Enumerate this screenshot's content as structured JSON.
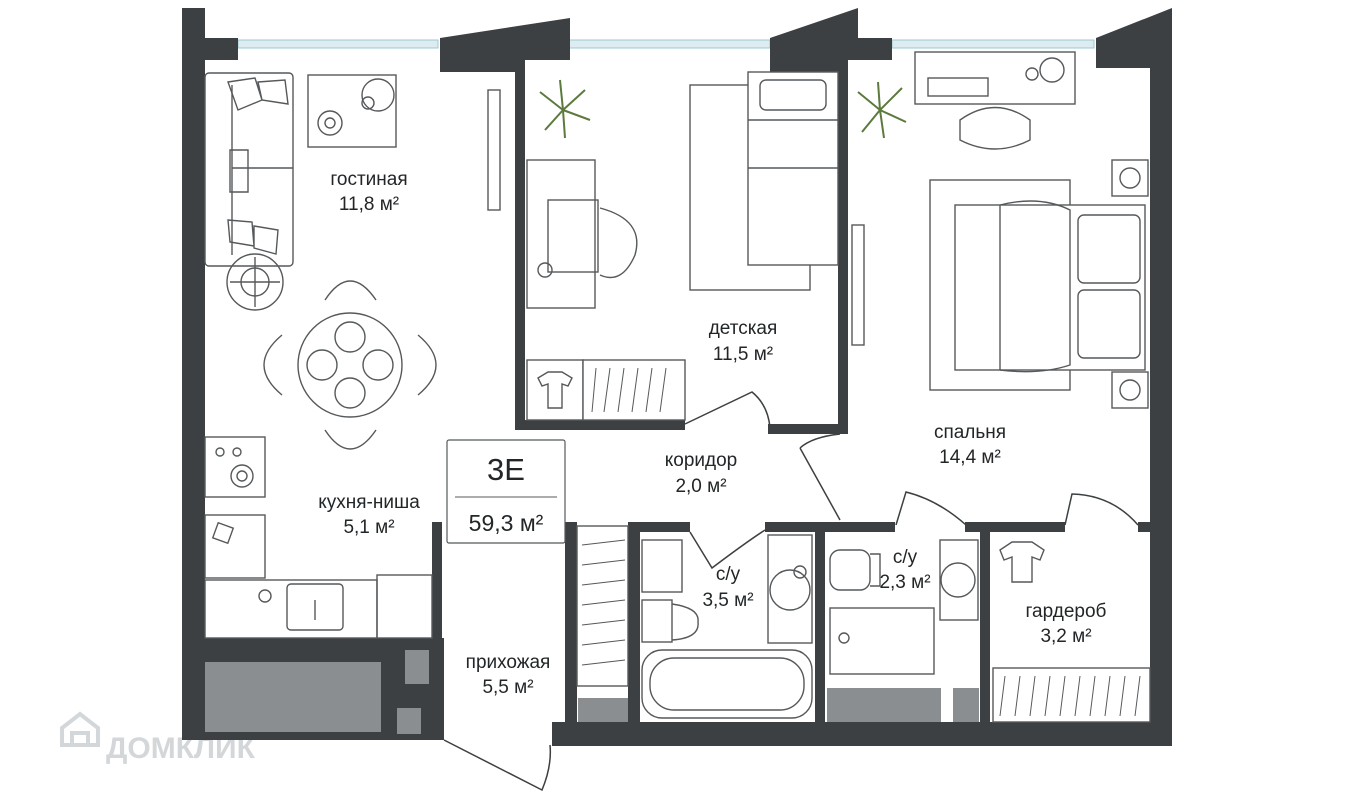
{
  "rooms": [
    {
      "key": "living",
      "name": "гостиная",
      "area": "11,8 м²"
    },
    {
      "key": "kids",
      "name": "детская",
      "area": "11,5 м²"
    },
    {
      "key": "bedroom",
      "name": "спальня",
      "area": "14,4 м²"
    },
    {
      "key": "corridor",
      "name": "коридор",
      "area": "2,0 м²"
    },
    {
      "key": "kitchen",
      "name": "кухня-ниша",
      "area": "5,1 м²"
    },
    {
      "key": "bath1",
      "name": "с/у",
      "area": "3,5 м²"
    },
    {
      "key": "bath2",
      "name": "с/у",
      "area": "2,3 м²"
    },
    {
      "key": "wardrobe",
      "name": "гардероб",
      "area": "3,2 м²"
    },
    {
      "key": "hall",
      "name": "прихожая",
      "area": "5,5 м²"
    }
  ],
  "apartment": {
    "code": "3Е",
    "total_area": "59,3 м²"
  },
  "watermark": {
    "text": "ДОМКЛИК",
    "icon": "domclick-house-icon"
  },
  "colors": {
    "wall": "#3c4042",
    "block": "#8b8e90",
    "glass": "#dcecf0"
  }
}
